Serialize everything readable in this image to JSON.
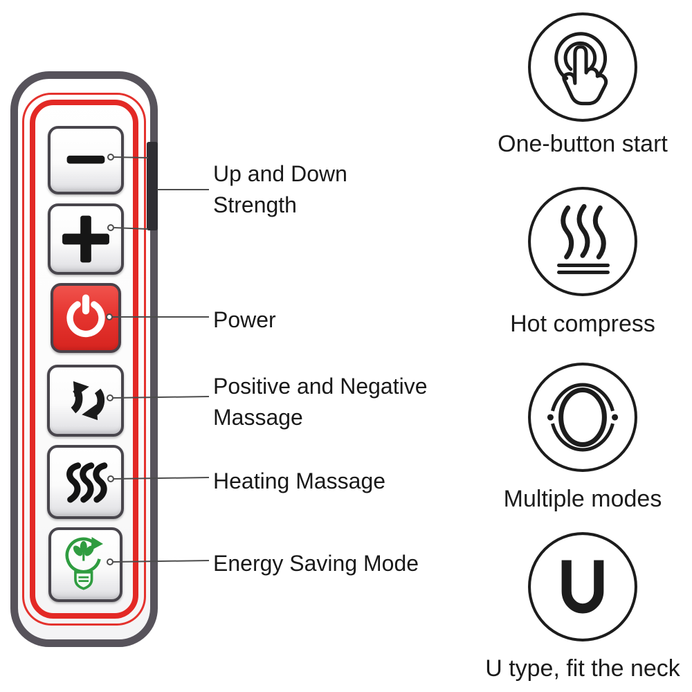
{
  "colors": {
    "accent_red": "#e32925",
    "power_red": "#e63530",
    "eco_green": "#2f9c40",
    "body_gray": "#57535b",
    "line_gray": "#4c4c4c",
    "icon_black": "#1a1a1a"
  },
  "remote": {
    "buttons": [
      {
        "id": "minus",
        "icon": "minus-icon"
      },
      {
        "id": "plus",
        "icon": "plus-icon"
      },
      {
        "id": "power",
        "icon": "power-icon"
      },
      {
        "id": "massage-direction",
        "icon": "rotate-arrows-icon"
      },
      {
        "id": "heating-massage",
        "icon": "heat-waves-icon"
      },
      {
        "id": "energy-saving",
        "icon": "leaf-recycle-icon"
      }
    ]
  },
  "callouts": [
    {
      "label": "Up and Down\nStrength"
    },
    {
      "label": "Power"
    },
    {
      "label": "Positive and Negative\nMassage"
    },
    {
      "label": "Heating Massage"
    },
    {
      "label": "Energy Saving Mode"
    }
  ],
  "features": [
    {
      "icon": "one-button-start-tap-icon",
      "label": "One-button start"
    },
    {
      "icon": "hot-compress-icon",
      "label": "Hot compress"
    },
    {
      "icon": "multiple-modes-icon",
      "label": "Multiple modes"
    },
    {
      "icon": "u-shape-icon",
      "label": "U type, fit the neck"
    }
  ]
}
